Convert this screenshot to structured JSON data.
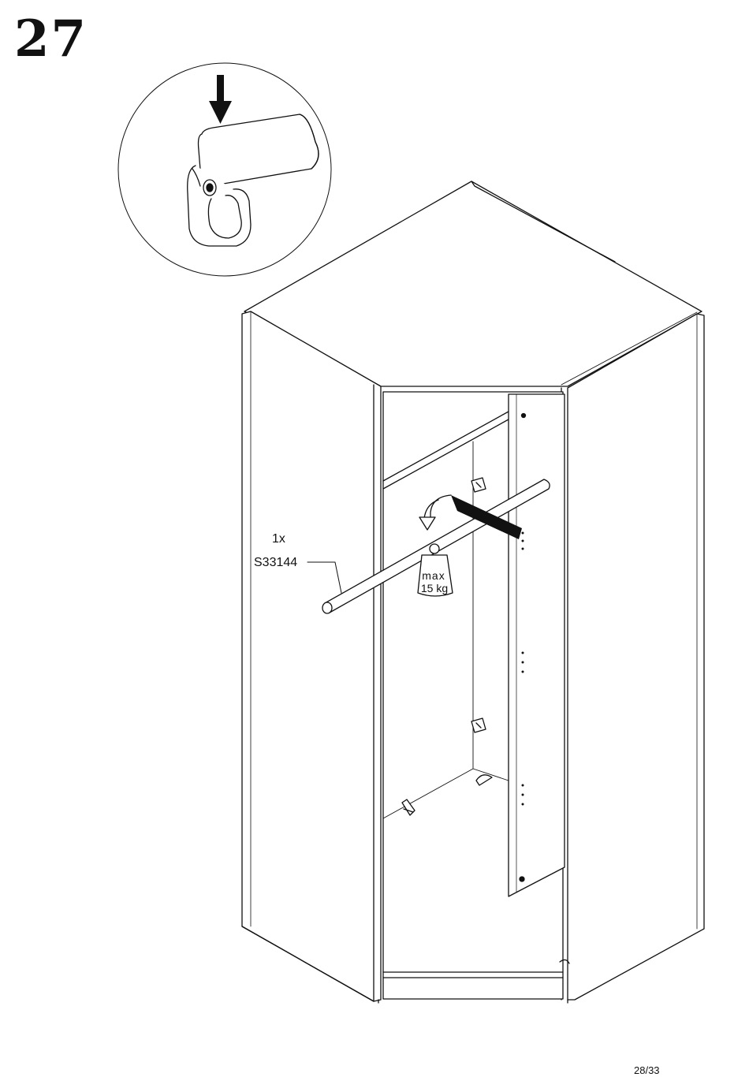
{
  "step": {
    "number": "27"
  },
  "callout": {
    "quantity": "1x",
    "part_code": "S33144"
  },
  "weight_limit": {
    "line1": "max",
    "line2": "15 kg"
  },
  "footer": {
    "page": "28/33"
  }
}
